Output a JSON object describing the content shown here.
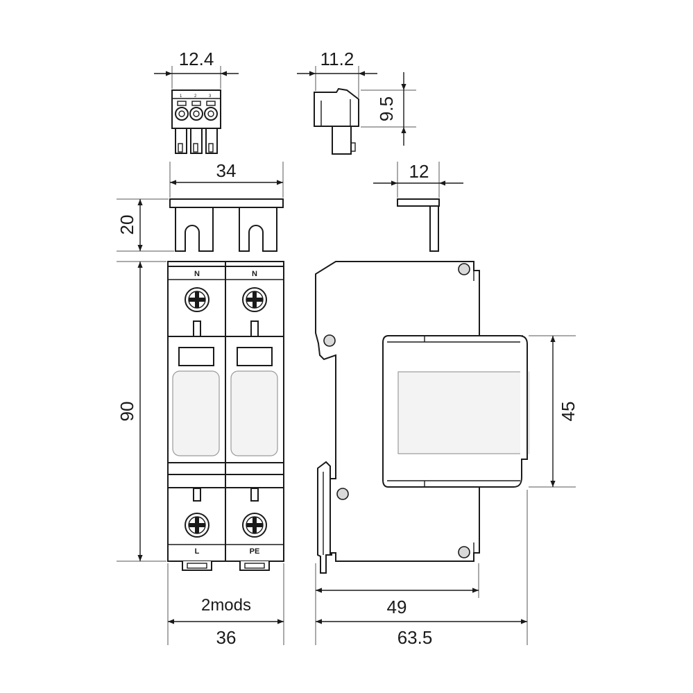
{
  "dimensions": {
    "connector_width": "12.4",
    "connector_side_width": "11.2",
    "connector_side_height": "9.5",
    "busbar_width": "34",
    "busbar_height": "20",
    "busbar_side_width": "12",
    "module_height": "90",
    "window_height": "45",
    "rail_depth": "49",
    "total_depth": "63.5",
    "module_width": "36",
    "module_count_label": "2mods"
  },
  "terminals": {
    "pole1_top": "N",
    "pole2_top": "N",
    "pole1_bottom": "L",
    "pole2_bottom": "PE"
  },
  "connector_pins": [
    "1",
    "2",
    "3"
  ]
}
